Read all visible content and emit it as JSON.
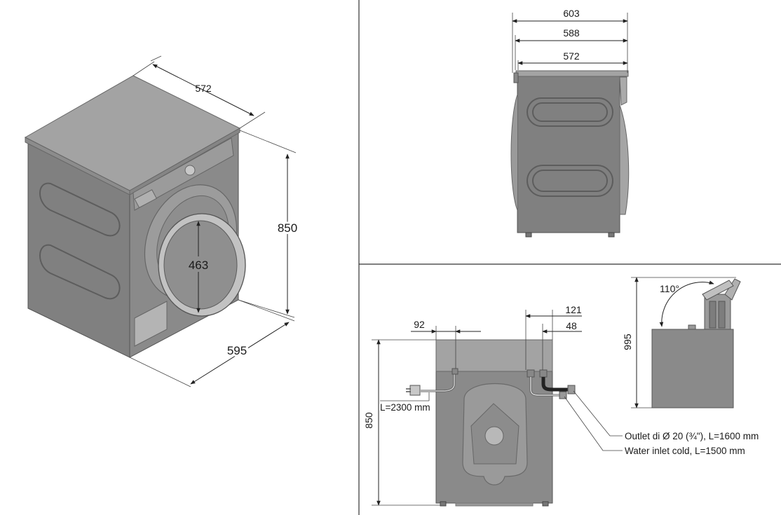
{
  "isometric_view": {
    "width_top": "572",
    "height": "850",
    "depth": "595",
    "door_diameter": "463"
  },
  "side_view": {
    "depth_overall": "603",
    "depth_mid": "588",
    "depth_body": "572"
  },
  "rear_view": {
    "offset_left": "92",
    "offset_right_outer": "121",
    "offset_right_inner": "48",
    "height": "850",
    "cable_length": "L=2300 mm",
    "outlet_note": "Outlet di Ø 20 (¾\"), L=1600 mm",
    "inlet_note": "Water inlet cold, L=1500 mm"
  },
  "lid_view": {
    "angle": "110°",
    "height": "995"
  }
}
